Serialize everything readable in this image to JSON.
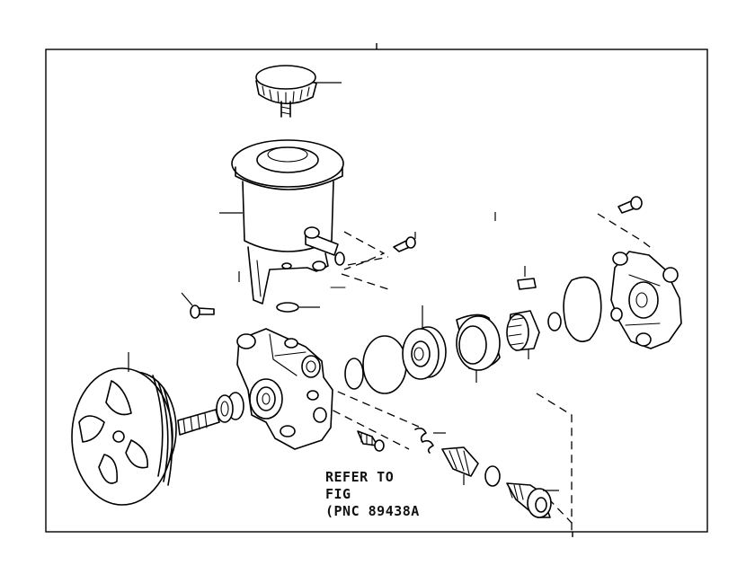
{
  "note": {
    "line1": "REFER TO",
    "line2": "FIG",
    "line3": "(PNC 89438A"
  },
  "parts": [
    {
      "name": "reservoir-cap"
    },
    {
      "name": "reservoir-tank"
    },
    {
      "name": "pump-pulley"
    },
    {
      "name": "pump-housing"
    },
    {
      "name": "rear-housing-cover"
    },
    {
      "name": "cam-ring"
    },
    {
      "name": "rotor"
    },
    {
      "name": "pressure-plate"
    },
    {
      "name": "flow-control-valve"
    },
    {
      "name": "union-bolt"
    }
  ],
  "colors": {
    "line": "#000000",
    "background": "#ffffff"
  }
}
